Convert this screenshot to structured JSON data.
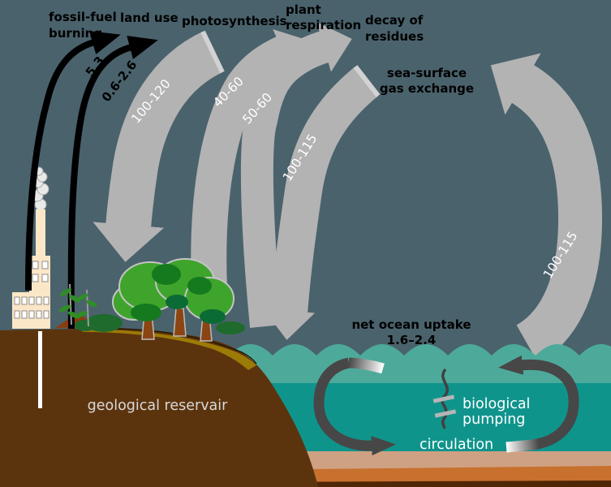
{
  "diagram": {
    "labels": {
      "fossil_fuel_line1": "fossil-fuel",
      "fossil_fuel_line2": "burning",
      "land_use": "land use",
      "photosynthesis": "photosynthesis",
      "plant_respiration_line1": "plant",
      "plant_respiration_line2": "respiration",
      "decay_line1": "decay of",
      "decay_line2": "residues",
      "sea_surface_line1": "sea-surface",
      "sea_surface_line2": "gas exchange",
      "net_ocean_uptake_line1": "net ocean uptake",
      "net_ocean_uptake_line2": "1.6–2.4",
      "geological_reservoir": "geological reservair",
      "biological_pumping_line1": "biological",
      "biological_pumping_line2": "pumping",
      "circulation": "circulation"
    },
    "fluxes": {
      "fossil_fuel": "5.3",
      "land_use": "0.6-2.6",
      "photosynthesis": "100-120",
      "plant_respiration": "40-60",
      "decay": "50-60",
      "gas_exchange_in": "100-115",
      "gas_exchange_out": "100-115"
    },
    "colors": {
      "sky": "#4a626c",
      "flux_arrow_gray": "#b3b3b3",
      "flux_arrow_black": "#000000",
      "ocean_surface": "#4daa9b",
      "ocean_deep": "#0f948c",
      "sediment_tan": "#cfa183",
      "sediment_orange": "#c8702e",
      "sediment_dark": "#4f2606",
      "hill_brown": "#5b340e",
      "crest_gold": "#9c7a06",
      "circulation_gray": "#474747",
      "factory_cream": "#fbe7c7",
      "tree_green": "#3fa42c"
    }
  }
}
